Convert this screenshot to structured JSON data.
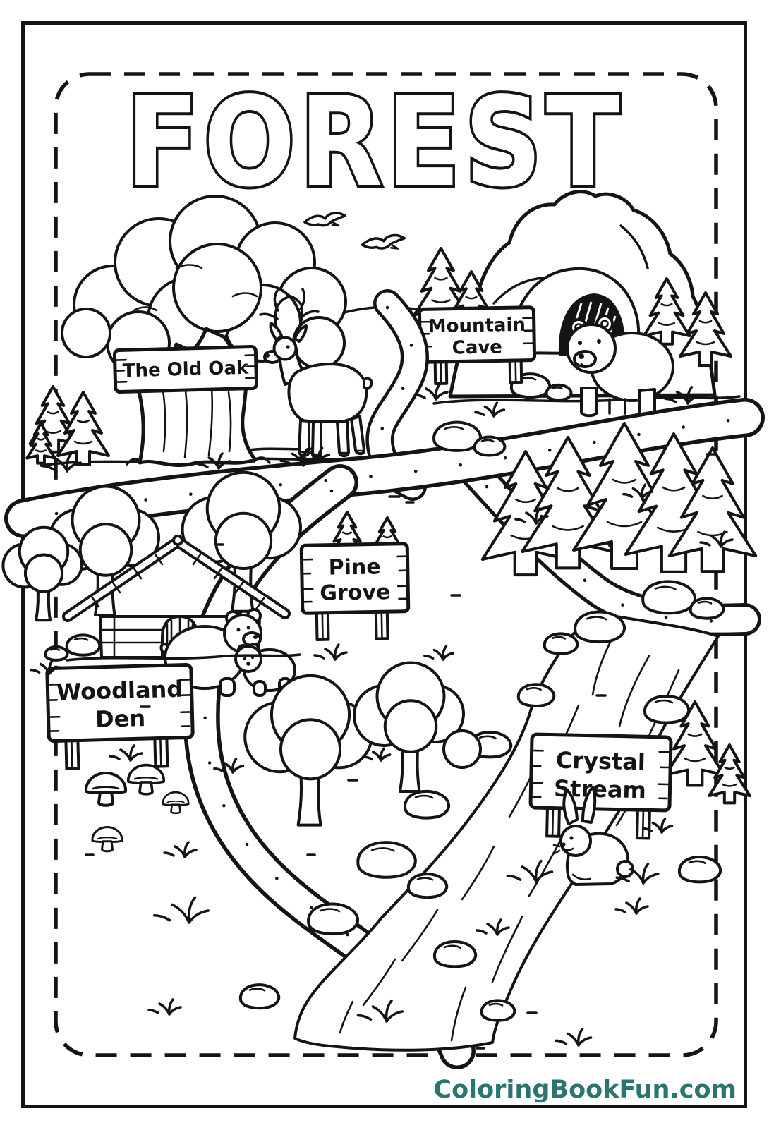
{
  "page": {
    "title": "FOREST",
    "watermark_text": "ColoringBookFun.com",
    "watermark_color": "#2A756F",
    "ink_color": "#141414",
    "paper_color": "#FFFFFF"
  },
  "signs": {
    "old_oak": {
      "line1": "The Old Oak"
    },
    "mountain_cave": {
      "line1": "Mountain",
      "line2": "Cave"
    },
    "pine_grove": {
      "line1": "Pine",
      "line2": "Grove"
    },
    "woodland_den": {
      "line1": "Woodland",
      "line2": "Den"
    },
    "crystal_stream": {
      "line1": "Crystal",
      "line2": "Stream"
    }
  }
}
